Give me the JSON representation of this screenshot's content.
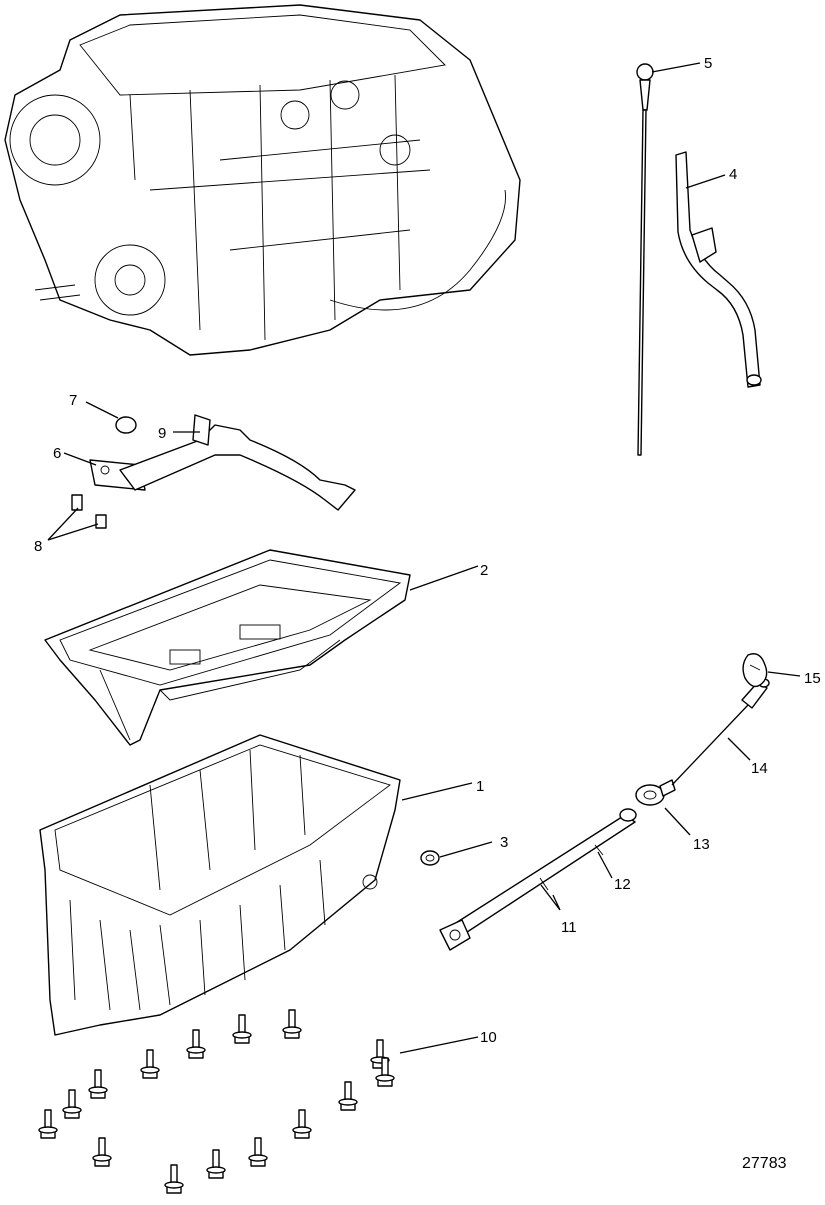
{
  "callouts": [
    "1",
    "2",
    "3",
    "4",
    "5",
    "6",
    "7",
    "8",
    "9",
    "10",
    "11",
    "12",
    "13",
    "14",
    "15"
  ],
  "figure_number": "27783"
}
